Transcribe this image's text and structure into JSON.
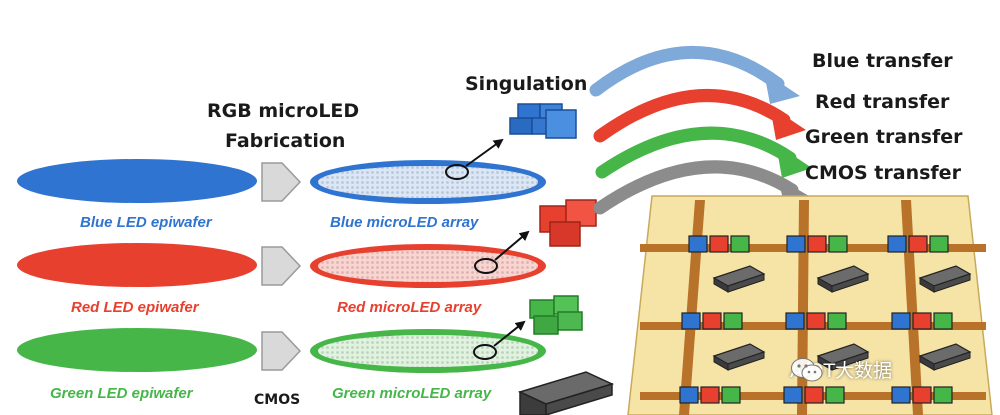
{
  "colors": {
    "blue": "#2f74d0",
    "red": "#e8402e",
    "green": "#46b649",
    "board": "#f6e4a6",
    "trace": "#b8722a",
    "arrow_blue": "#7fa9d9",
    "arrow_gray": "#8c8c8c"
  },
  "title": {
    "line1": "RGB microLED",
    "line2": "Fabrication"
  },
  "singulation_label": "Singulation",
  "cmos_label": "CMOS",
  "transfers": [
    "Blue transfer",
    "Red transfer",
    "Green transfer",
    "CMOS transfer"
  ],
  "epiwafers": [
    "Blue LED epiwafer",
    "Red LED epiwafer",
    "Green LED epiwafer"
  ],
  "arrays": [
    "Blue microLED array",
    "Red microLED array",
    "Green microLED array"
  ],
  "watermark": {
    "icon": "wechat-icon",
    "text": "AIOT大数据"
  }
}
